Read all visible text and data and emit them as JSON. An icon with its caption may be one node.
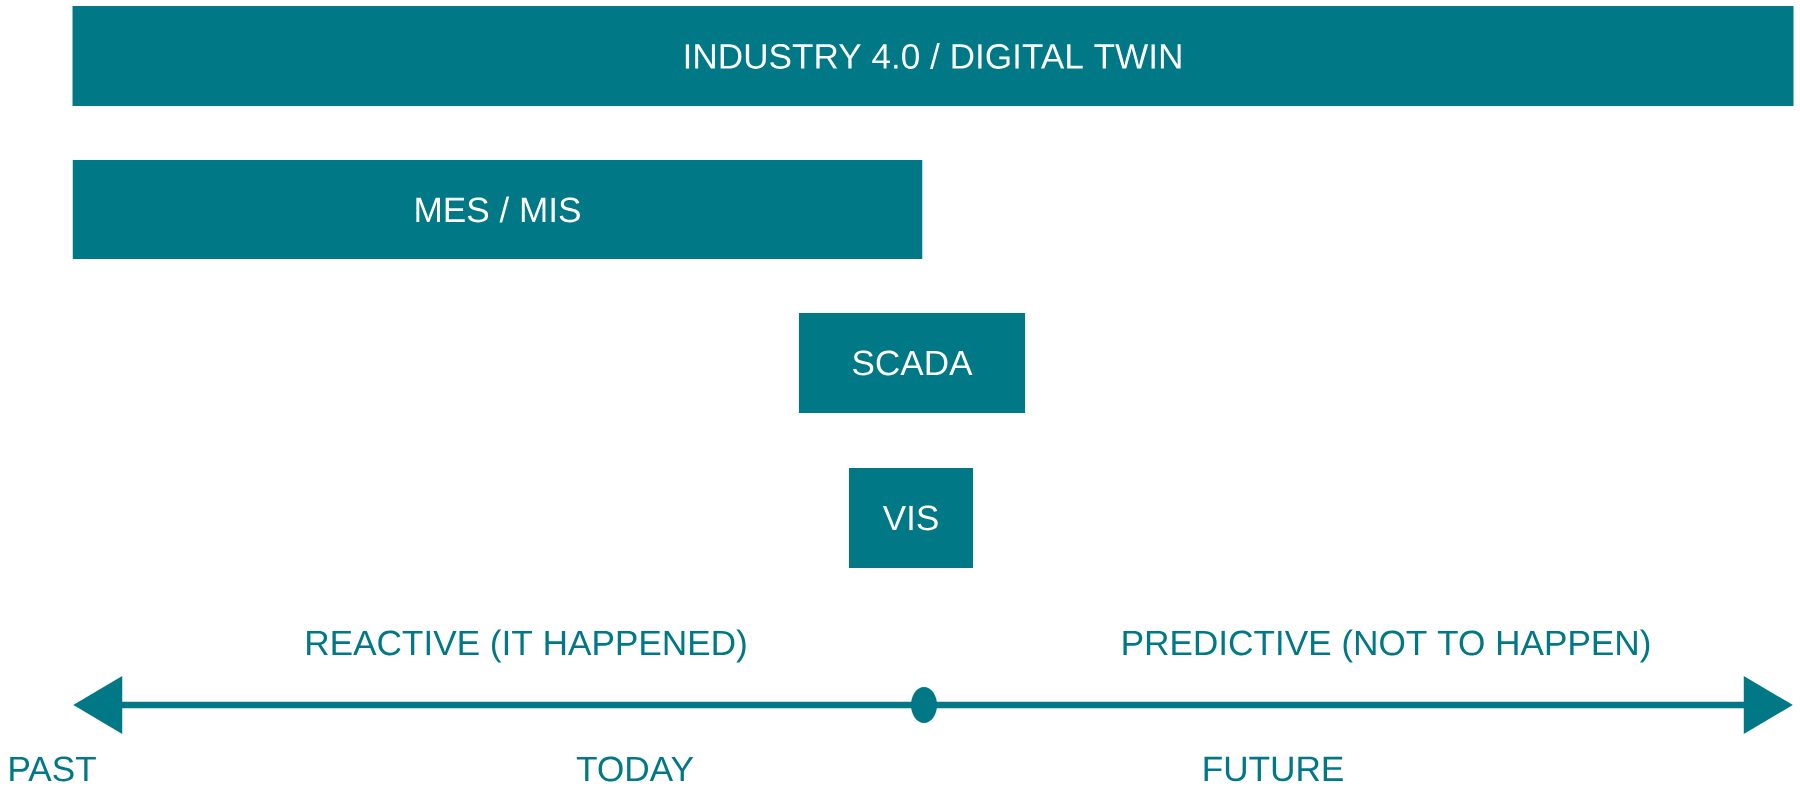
{
  "diagram": {
    "nodes": [
      {
        "text": [
          "INDUSTRY 4.0 / DIGITAL TWIN"
        ]
      },
      {
        "text": [
          "MES / MIS"
        ]
      },
      {
        "text": [
          "SCADA"
        ]
      },
      {
        "text": [
          "VIS"
        ]
      }
    ],
    "labels": [
      "REACTIVE (IT HAPPENED)",
      "PREDICTIVE (NOT TO HAPPEN)",
      "PAST",
      "TODAY",
      "FUTURE"
    ]
  }
}
